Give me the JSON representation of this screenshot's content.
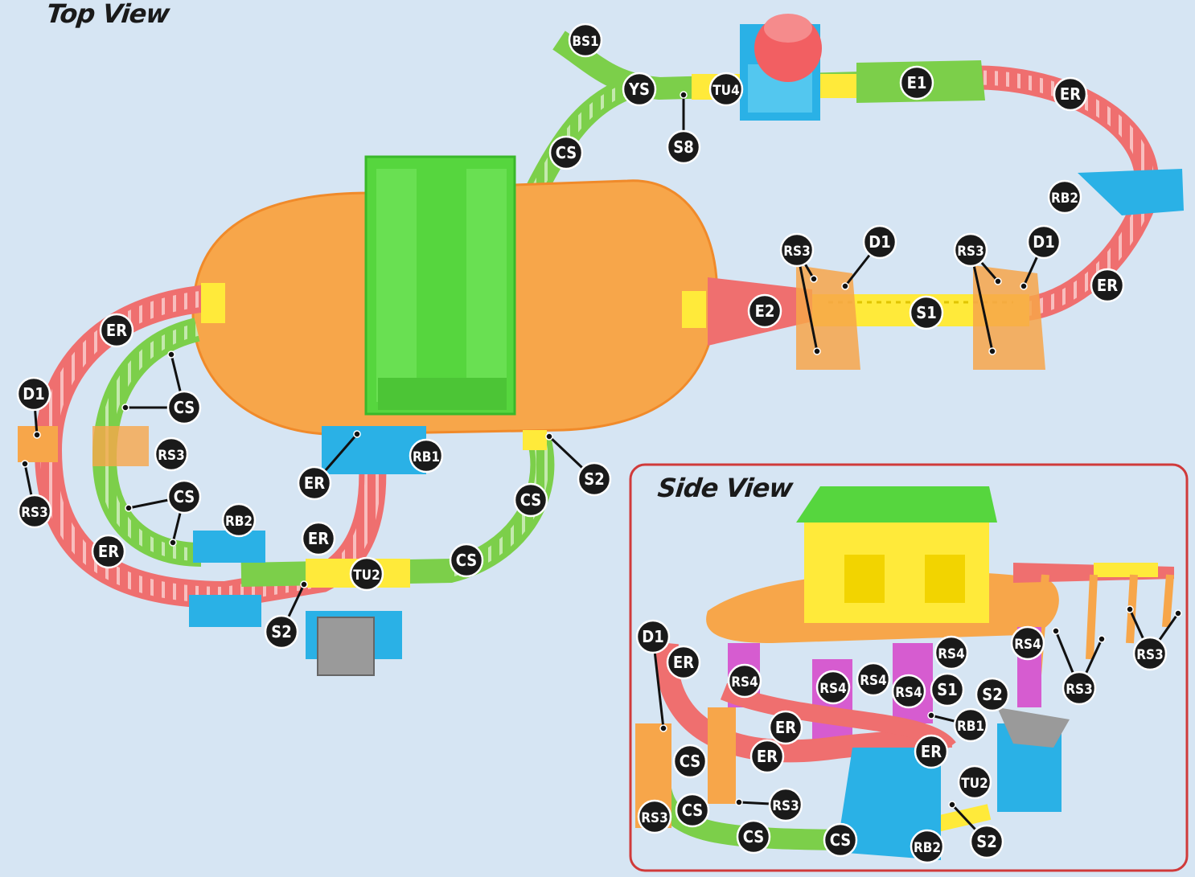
{
  "top_view": {
    "title": "Top View",
    "callouts": {
      "bs1": "BS1",
      "ys": "YS",
      "tu4": "TU4",
      "e1": "E1",
      "er_top_right": "ER",
      "s8": "S8",
      "cs_top": "CS",
      "rb2_right": "RB2",
      "rs3_mid_left": "RS3",
      "d1_mid_left": "D1",
      "rs3_mid_right": "RS3",
      "d1_mid_right": "D1",
      "er_right": "ER",
      "e2": "E2",
      "s1": "S1",
      "er_left": "ER",
      "d1_left": "D1",
      "cs_left": "CS",
      "rs3_left": "RS3",
      "rs3_far_left": "RS3",
      "cs_left_lower": "CS",
      "rb2_left": "RB2",
      "er_center": "ER",
      "rb1": "RB1",
      "s2_upper": "S2",
      "cs_right_lower": "CS",
      "er_lower_left": "ER",
      "er_lower_mid": "ER",
      "cs_bottom": "CS",
      "tu2": "TU2",
      "s2_lower": "S2"
    }
  },
  "side_view": {
    "title": "Side View",
    "callouts": {
      "d1": "D1",
      "er_a": "ER",
      "rs4_a": "RS4",
      "rs4_b": "RS4",
      "rs4_c": "RS4",
      "rs4_d": "RS4",
      "rs4_e": "RS4",
      "rs4_f": "RS4",
      "rs3_a": "RS3",
      "rs3_b": "RS3",
      "s1": "S1",
      "s2_a": "S2",
      "rb1": "RB1",
      "er_b": "ER",
      "er_c": "ER",
      "er_d": "ER",
      "cs_a": "CS",
      "tu2": "TU2",
      "rs3_c": "RS3",
      "rs3_d": "RS3",
      "cs_b": "CS",
      "cs_c": "CS",
      "cs_d": "CS",
      "rb2": "RB2",
      "s2_b": "S2"
    }
  },
  "colors": {
    "background": "#d6e5f3",
    "track_red": "#ef6f6f",
    "track_green": "#7ccf4a",
    "track_yellow": "#ffea3a",
    "base_orange": "#f7a64a",
    "roof_green": "#56d63e",
    "support_blue": "#2ab1e6",
    "support_magenta": "#d65cd0",
    "frame_red": "#d03a3a"
  }
}
